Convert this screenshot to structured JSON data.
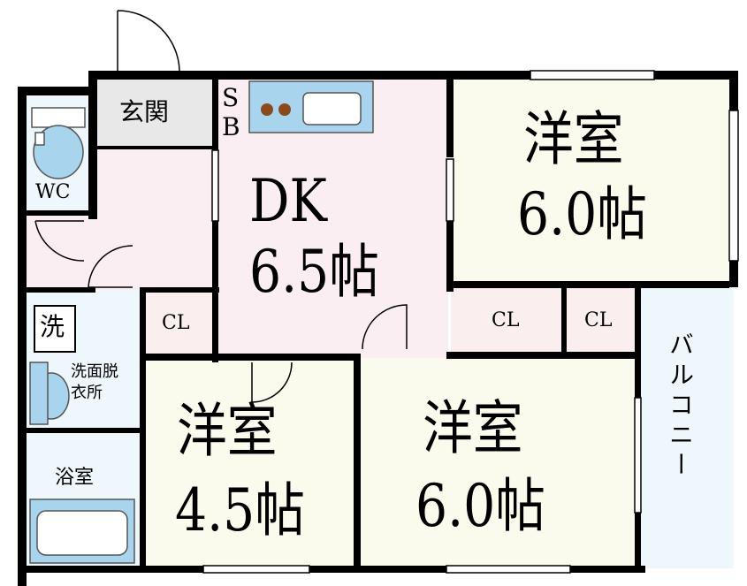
{
  "rooms": {
    "genkan": "玄関",
    "sb_s": "S",
    "sb_b": "B",
    "wc": "WC",
    "dk_name": "DK",
    "dk_size": "6.5帖",
    "yoshitsu_ne_name": "洋室",
    "yoshitsu_ne_size": "6.0帖",
    "cl_left": "CL",
    "cl_mid": "CL",
    "cl_right": "CL",
    "washer": "洗",
    "senmen_1": "洗面脱",
    "senmen_2": "衣所",
    "bath": "浴室",
    "yoshitsu_sw_name": "洋室",
    "yoshitsu_sw_size": "4.5帖",
    "yoshitsu_s_name": "洋室",
    "yoshitsu_s_size": "6.0帖",
    "balcony": "バルコニー"
  },
  "colors": {
    "wall": "#000000",
    "dk_floor": "#fbeef3",
    "room_floor": "#fbfbed",
    "closet_floor": "#fbeeee",
    "wet_floor": "#eef7fb",
    "balcony_floor": "#eef7fb",
    "fixture_blue": "#a8d4ee",
    "stove_brown": "#8b4a1c",
    "genkan_floor": "#e8e8e8"
  }
}
